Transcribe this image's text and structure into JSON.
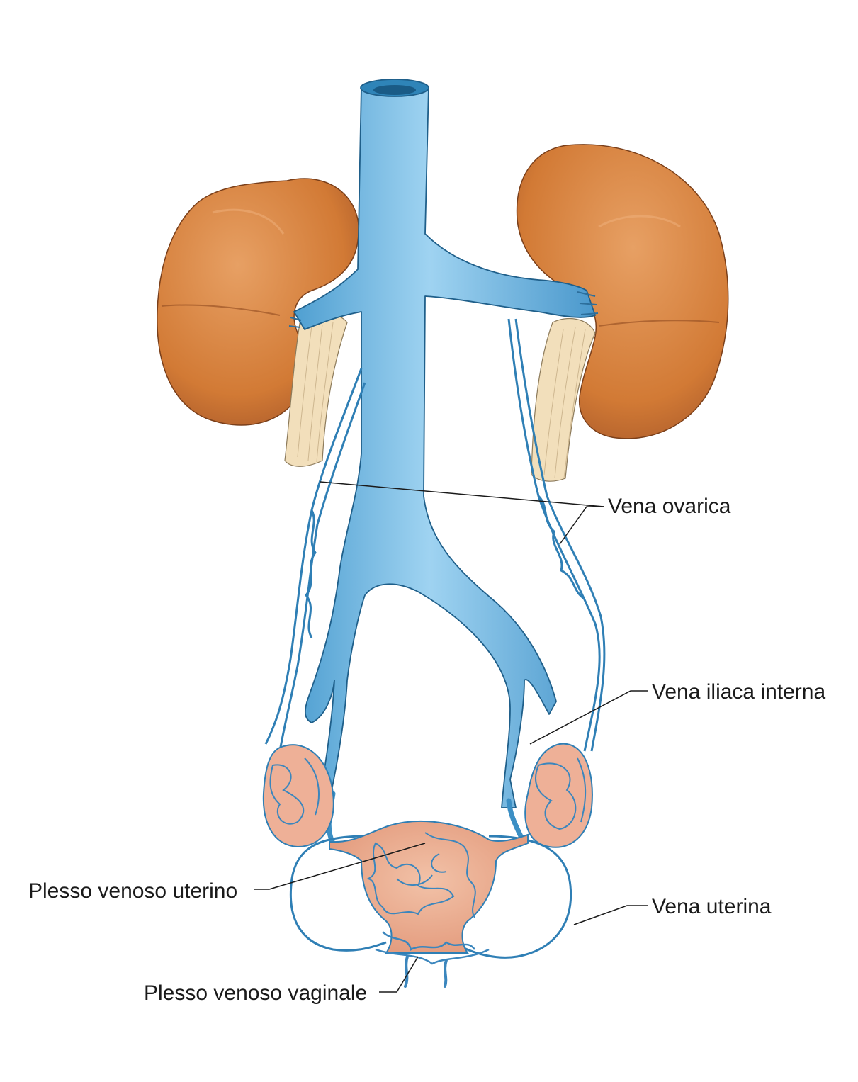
{
  "labels": {
    "vena_ovarica": "Vena ovarica",
    "vena_iliaca_interna": "Vena iliaca interna",
    "vena_uterina": "Vena uterina",
    "plesso_venoso_uterino": "Plesso venoso uterino",
    "plesso_venoso_vaginale": "Plesso venoso vaginale"
  },
  "colors": {
    "vein": "#7cc3ea",
    "vein_dark": "#3c8fc4",
    "kidney": "#d9843c",
    "kidney_dark": "#a8592a",
    "ureter": "#f2dfbb",
    "uterus": "#e9a98c"
  }
}
